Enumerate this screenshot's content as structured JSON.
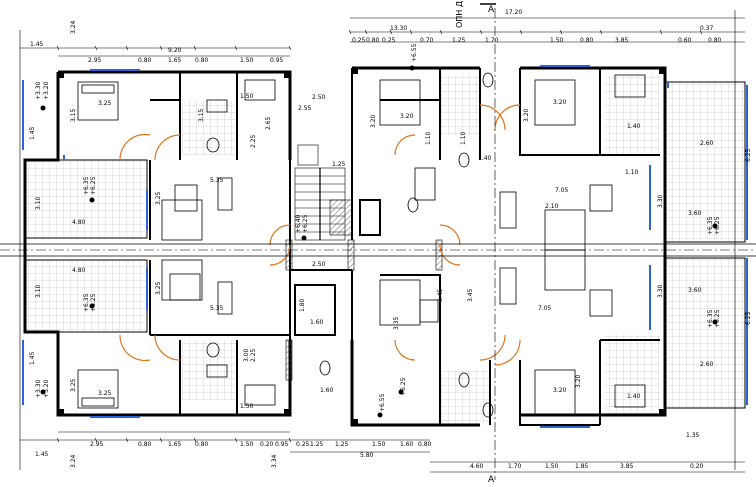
{
  "sheet": {
    "section_marker": "A",
    "section_code": "ОПН Д"
  },
  "dims_top": {
    "overall": "17.20",
    "left_block_total": "9.20",
    "left_offset": "1.45",
    "left_chain": [
      "2.95",
      "0.80",
      "1.65",
      "0.80",
      "1.50",
      "0.95"
    ],
    "left_height": "3.24",
    "right_block_total": "13.30",
    "right_chain": [
      "0.25",
      "0.80",
      "0.25",
      "0.70",
      "1.25",
      "1.70",
      "1.50",
      "0.80",
      "3.85",
      "0.60",
      "0.80"
    ],
    "right_end": "0.37"
  },
  "dims_bottom": {
    "left_chain": [
      "2.95",
      "0.80",
      "1.65",
      "0.80",
      "1.50",
      "0.20",
      "0.95"
    ],
    "left_offset": "1.45",
    "left_height": "3.24",
    "left_height_b": "3.34",
    "right_chain": [
      "0.25",
      "1.25",
      "1.50",
      "1.60",
      "0.80",
      "1.25"
    ],
    "right_total": "5.80",
    "center_marks": [
      "4.60",
      "1.70",
      "1.50",
      "1.85",
      "3.85",
      "0.20"
    ],
    "right_end": "1.35"
  },
  "rooms": {
    "bedroom_tl": "3.15",
    "bedroom_tl_w": "3.25",
    "bedroom_bl": "3.25",
    "bath_tl": "3.15",
    "bath_tl_b": "1.50",
    "kitchen_tl": "2.65",
    "hall_tl": "2.25",
    "living_tl_w": "5.35",
    "living_tl_h": "3.25",
    "balcony_tl": "4.80",
    "balcony_tl_h": "3.10",
    "living_bl_w": "5.35",
    "living_bl_h": "3.25",
    "balcony_bl": "4.80",
    "balcony_bl_h": "3.10",
    "hall_bl": "2.25",
    "kitchen_bl": "3.00",
    "bedroom_bl_h": "3.25",
    "bath_bl": "1.50",
    "stair_w": "1.25",
    "stair_run": "2.55",
    "stair_land": "2.50",
    "stair_land_b": "2.50",
    "elev_w": "1.80",
    "elev_h": "1.60",
    "core_w": "1.60",
    "bedroom_cm": "3.20",
    "bedroom_cm_w": "3.20",
    "bedroom_cb": "3.35",
    "bedroom_cb_w": "3.45",
    "bath_cm": "1.10",
    "bath_cm_b": "1.10",
    "hall_cm": "1.40",
    "living_rc_w": "7.05",
    "living_rc_w_b": "7.05",
    "living_rc_h": "2.10",
    "living_rc_h2": "3.45",
    "bedroom_rt": "3.20",
    "bedroom_rt_w": "3.20",
    "bedroom_rb": "3.20",
    "bedroom_rb_w": "3.20",
    "kitchen_rt": "1.40",
    "kitchen_rb": "1.40",
    "hall_rt": "1.10",
    "balcony_rt": "2.60",
    "balcony_rt_h": "3.60",
    "balcony_rb": "3.60",
    "balcony_rb_h": "2.60",
    "balcony_rt_side": "3.30",
    "balcony_rb_side": "3.30",
    "side_right": "6.25",
    "side_right_b": "6.25",
    "side_left_a": "1.45",
    "side_left_b": "1.45"
  },
  "levels": {
    "lv_tl": "+3.30",
    "lv_tl_b": "+3.20",
    "lv_balc_tl": "+6.35",
    "lv_balc_tl_b": "+6.25",
    "lv_balc_bl": "+6.35",
    "lv_balc_bl_b": "+6.25",
    "lv_bl": "+3.30",
    "lv_bl_b": "+3.20",
    "lv_top_core": "+6.55",
    "lv_stair": "+6.40",
    "lv_stair_b": "+6.25",
    "lv_core_b": "+6.25",
    "lv_bottom_core": "+6.55",
    "lv_balc_rt": "+6.35",
    "lv_balc_rt_b": "+6.25",
    "lv_balc_rb": "+6.35",
    "lv_balc_rb_b": "+6.25"
  }
}
